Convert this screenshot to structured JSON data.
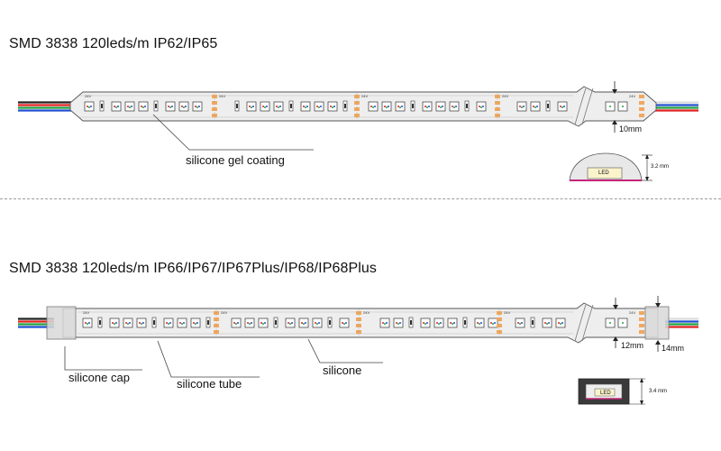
{
  "section1": {
    "title": "SMD 3838  120leds/m IP62/IP65",
    "coating_label": "silicone gel coating",
    "width_label": "10mm",
    "height_label": "3.2 mm",
    "led_label": "LED"
  },
  "section2": {
    "title": "SMD 3838  120leds/m IP66/IP67/IP67Plus/IP68/IP68Plus",
    "cap_label": "silicone cap",
    "tube_label": "silicone tube",
    "silicone_label": "silicone",
    "inner_width_label": "12mm",
    "outer_width_label": "14mm",
    "height_label": "3.4 mm",
    "led_label": "LED"
  },
  "strip_markings": {
    "voltage": "24V"
  },
  "colors": {
    "pcb_fill": "#eeeeee",
    "outline": "#555555",
    "copper_pad": "#f0a860",
    "pink_base": "#c4267a",
    "wire_red": "#e02020",
    "wire_green": "#20a040",
    "wire_blue": "#2050d0",
    "wire_black": "#222222",
    "wire_white": "#dddddd"
  }
}
